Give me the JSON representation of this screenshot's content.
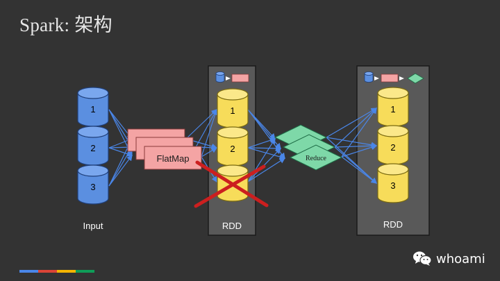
{
  "title": "Spark: 架构",
  "input": {
    "label": "Input",
    "cylinders": [
      "1",
      "2",
      "3"
    ]
  },
  "flatmap": {
    "label": "FlatMap"
  },
  "rdd1": {
    "label": "RDD",
    "cylinders": [
      "1",
      "2",
      ""
    ]
  },
  "reduce": {
    "label": "Reduce"
  },
  "rdd2": {
    "label": "RDD",
    "cylinders": [
      "1",
      "2",
      "3"
    ]
  },
  "watermark": {
    "text": "whoami",
    "icon": "wechat-icon"
  },
  "colors": {
    "background": "#333333",
    "blue_cylinder": "#5b8fe0",
    "yellow_cylinder": "#f7dc5a",
    "flatmap_fill": "#f4a4a4",
    "reduce_fill": "#7ed8a8",
    "cross": "#cc1f1f",
    "arrow": "#4a86e8",
    "brand_bar": [
      "#4a86e8",
      "#db4437",
      "#f4b400",
      "#0f9d58"
    ]
  }
}
